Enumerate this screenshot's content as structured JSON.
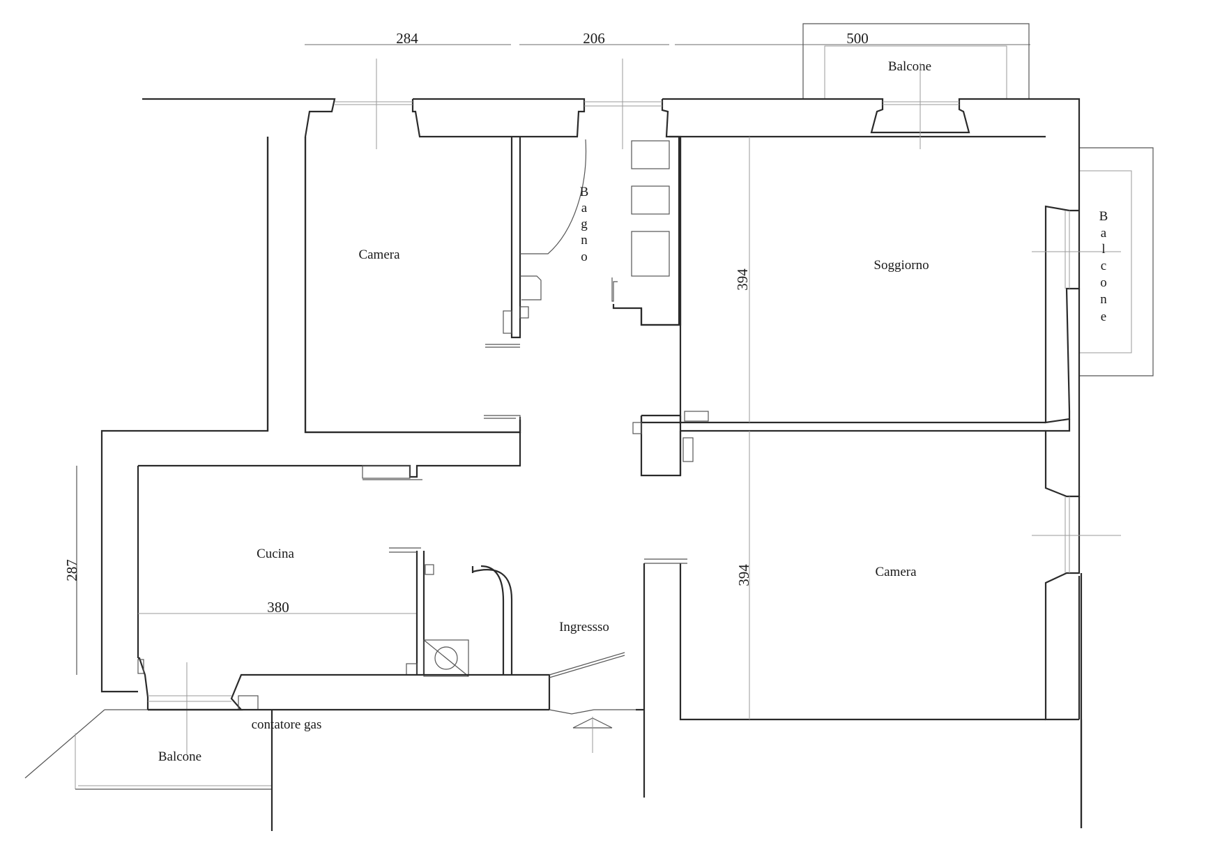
{
  "rooms": {
    "camera_top_left": "Camera",
    "bagno_letters": [
      "B",
      "a",
      "g",
      "n",
      "o"
    ],
    "soggiorno": "Soggiorno",
    "balcone_right_letters": [
      "B",
      "a",
      "l",
      "c",
      "o",
      "n",
      "e"
    ],
    "balcone_top": "Balcone",
    "cucina": "Cucina",
    "ingresso": "Ingressso",
    "camera_bottom_right": "Camera",
    "balcone_bottom_left": "Balcone",
    "contatore_gas": "contatore gas"
  },
  "dimensions": {
    "top_left": "284",
    "top_middle": "206",
    "top_right": "500",
    "soggiorno_height": "394",
    "camera_height": "394",
    "cucina_width": "380",
    "cucina_height": "287"
  }
}
